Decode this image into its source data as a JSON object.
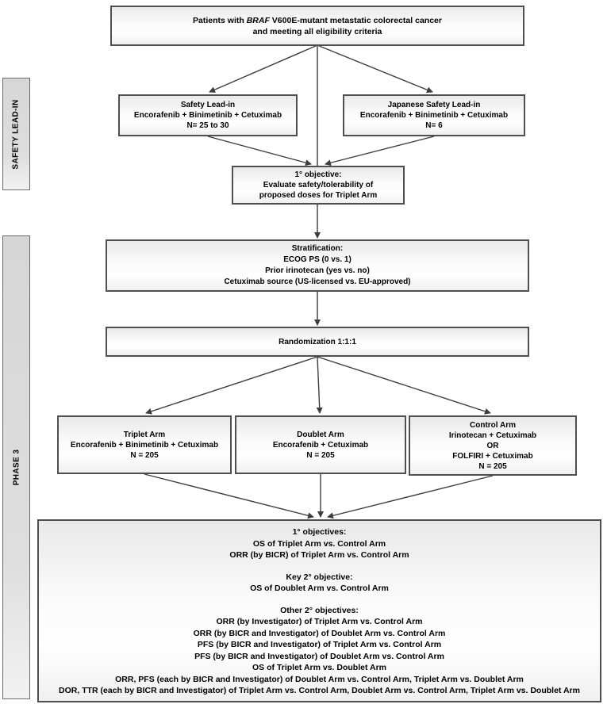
{
  "colors": {
    "box_border": "#4f4f4f",
    "box_fill": "#f2f2f2",
    "sidebar_fill": "#d9d9d9",
    "arrow": "#3d3d3d",
    "text": "#000000"
  },
  "side_labels": {
    "safety_lead_in": "SAFETY LEAD-IN",
    "phase_3": "PHASE 3"
  },
  "eligibility_box": {
    "line1_prefix": "Patients with ",
    "gene": "BRAF",
    "line1_suffix": " V600E-mutant metastatic colorectal cancer",
    "line2": "and meeting all eligibility criteria"
  },
  "safety_lead_in_box": {
    "lines": [
      "Safety Lead-in",
      "Encorafenib + Binimetinib + Cetuximab",
      "N= 25 to 30"
    ]
  },
  "japanese_safety_lead_in_box": {
    "lines": [
      "Japanese Safety Lead-in",
      "Encorafenib + Binimetinib + Cetuximab",
      "N= 6"
    ]
  },
  "lead_in_objective_box": {
    "lines": [
      "1° objective:",
      "Evaluate safety/tolerability of",
      "proposed doses for Triplet Arm"
    ]
  },
  "stratification_box": {
    "lines": [
      "Stratification:",
      "ECOG PS (0 vs. 1)",
      "Prior irinotecan (yes vs. no)",
      "Cetuximab source (US-licensed vs. EU-approved)"
    ]
  },
  "randomization_box": {
    "label": "Randomization 1:1:1"
  },
  "arms": {
    "triplet": {
      "lines": [
        "Triplet Arm",
        "Encorafenib + Binimetinib + Cetuximab",
        "N = 205"
      ]
    },
    "doublet": {
      "lines": [
        "Doublet Arm",
        "Encorafenib + Cetuximab",
        "N = 205"
      ]
    },
    "control": {
      "lines": [
        "Control Arm",
        "Irinotecan + Cetuximab",
        "OR",
        "FOLFIRI + Cetuximab",
        "N = 205"
      ]
    }
  },
  "phase3_objectives_box": {
    "primary": {
      "header": "1° objectives:",
      "items": [
        "OS of Triplet Arm vs. Control Arm",
        "ORR (by BICR) of Triplet Arm vs. Control Arm"
      ]
    },
    "key_secondary": {
      "header": "Key 2° objective:",
      "items": [
        "OS of Doublet Arm vs. Control Arm"
      ]
    },
    "other_secondary": {
      "header": "Other 2° objectives:",
      "items": [
        "ORR (by Investigator) of Triplet Arm vs. Control Arm",
        "ORR (by BICR and Investigator) of Doublet Arm vs. Control Arm",
        "PFS (by BICR and Investigator) of Triplet Arm vs. Control Arm",
        "PFS (by BICR and Investigator) of Doublet Arm vs. Control Arm",
        "OS of Triplet Arm vs. Doublet Arm",
        "ORR, PFS (each by BICR and Investigator) of Doublet Arm vs. Control Arm, Triplet Arm vs. Doublet Arm",
        "DOR, TTR (each by BICR and Investigator) of Triplet Arm vs. Control Arm, Doublet Arm vs. Control Arm, Triplet Arm vs. Doublet Arm"
      ]
    }
  }
}
